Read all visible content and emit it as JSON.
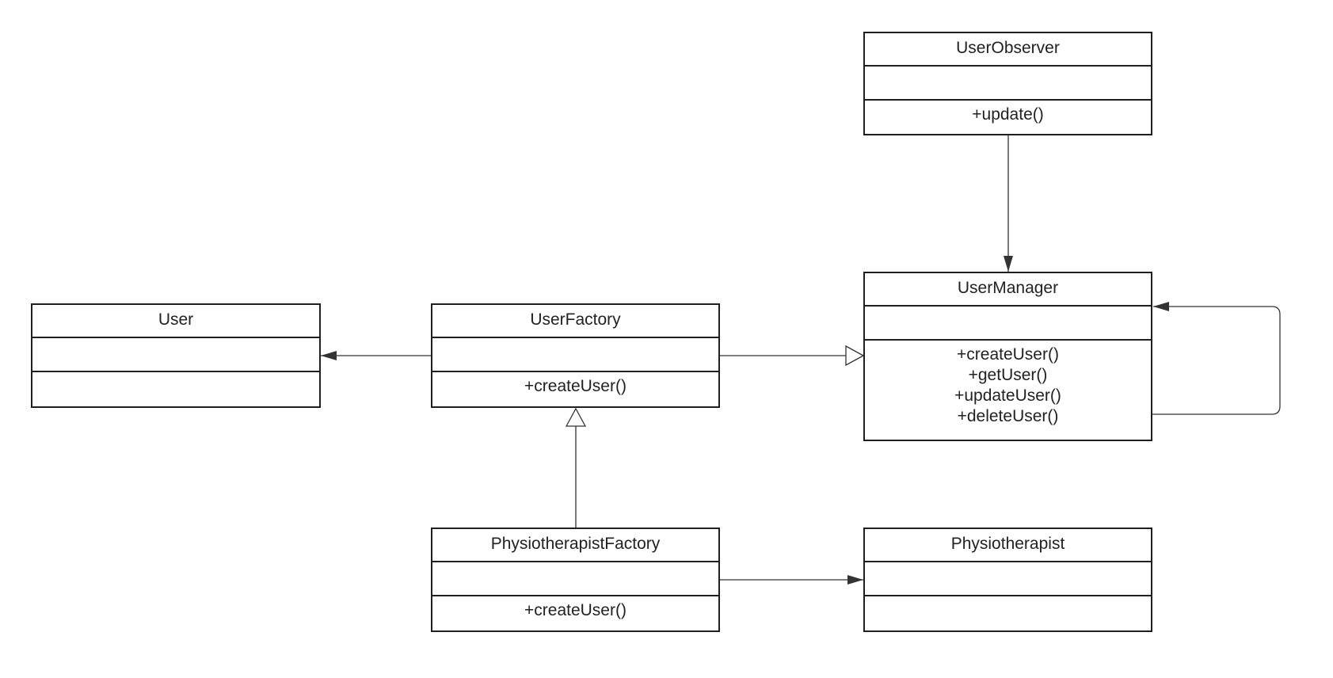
{
  "diagram": {
    "classes": [
      {
        "id": "user-observer",
        "name": "UserObserver",
        "attributes": [],
        "methods": [
          "+update()"
        ]
      },
      {
        "id": "user-manager",
        "name": "UserManager",
        "attributes": [],
        "methods": [
          "+createUser()",
          "+getUser()",
          "+updateUser()",
          "+deleteUser()"
        ]
      },
      {
        "id": "user",
        "name": "User",
        "attributes": [],
        "methods": []
      },
      {
        "id": "user-factory",
        "name": "UserFactory",
        "attributes": [],
        "methods": [
          "+createUser()"
        ]
      },
      {
        "id": "physiotherapist-factory",
        "name": "PhysiotherapistFactory",
        "attributes": [],
        "methods": [
          "+createUser()"
        ]
      },
      {
        "id": "physiotherapist",
        "name": "Physiotherapist",
        "attributes": [],
        "methods": []
      }
    ],
    "relationships": [
      {
        "from": "user-observer",
        "to": "user-manager",
        "type": "association"
      },
      {
        "from": "user-factory",
        "to": "user",
        "type": "association"
      },
      {
        "from": "user-factory",
        "to": "user-manager",
        "type": "generalization"
      },
      {
        "from": "physiotherapist-factory",
        "to": "user-factory",
        "type": "generalization"
      },
      {
        "from": "physiotherapist-factory",
        "to": "physiotherapist",
        "type": "association"
      },
      {
        "from": "user-manager",
        "to": "user-manager",
        "type": "association"
      }
    ],
    "colors": {
      "line": "#333333",
      "border": "#1f1f1f",
      "text": "#222222",
      "background": "#ffffff"
    }
  }
}
